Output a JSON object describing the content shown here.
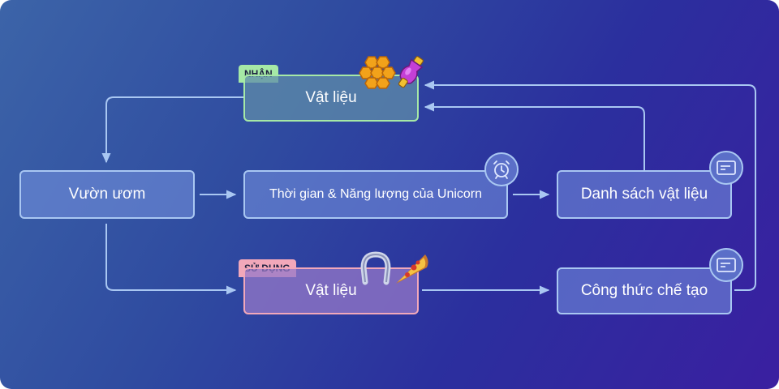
{
  "tags": {
    "get": "NHẬN",
    "use": "SỬ DỤNG"
  },
  "nodes": {
    "materials_get": "Vật liệu",
    "nursery": "Vườn ươm",
    "time_energy": "Thời gian & Năng lượng của Unicorn",
    "material_list": "Danh sách vật liệu",
    "materials_use": "Vật liệu",
    "crafting_recipe": "Công thức chế tạo"
  },
  "icons": {
    "clock": "alarm-clock-icon",
    "card_list": "card-icon",
    "card_recipe": "card-icon",
    "honeycomb": "honeycomb-icon",
    "potion": "potion-icon",
    "horseshoe": "horseshoe-icon",
    "pizza": "pizza-icon"
  },
  "colors": {
    "edge": "#a9c7f2",
    "get_accent": "#a6e9a6",
    "use_accent": "#f2a8ba"
  }
}
